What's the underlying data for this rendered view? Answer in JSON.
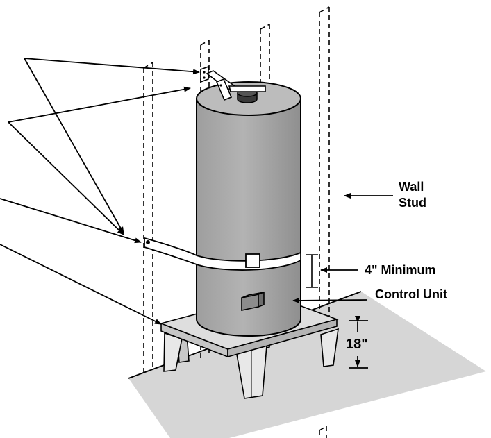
{
  "labels": {
    "wall_stud_line1": "Wall",
    "wall_stud_line2": "Stud",
    "minimum_clearance": "4\" Minimum",
    "control_unit": "Control Unit",
    "stand_height": "18\""
  },
  "colors": {
    "tank_fill": "#a9a9a9",
    "floor_fill": "#d6d6d6",
    "stand_fill": "#dedede",
    "strap_fill": "#ffffff",
    "line": "#000000"
  }
}
